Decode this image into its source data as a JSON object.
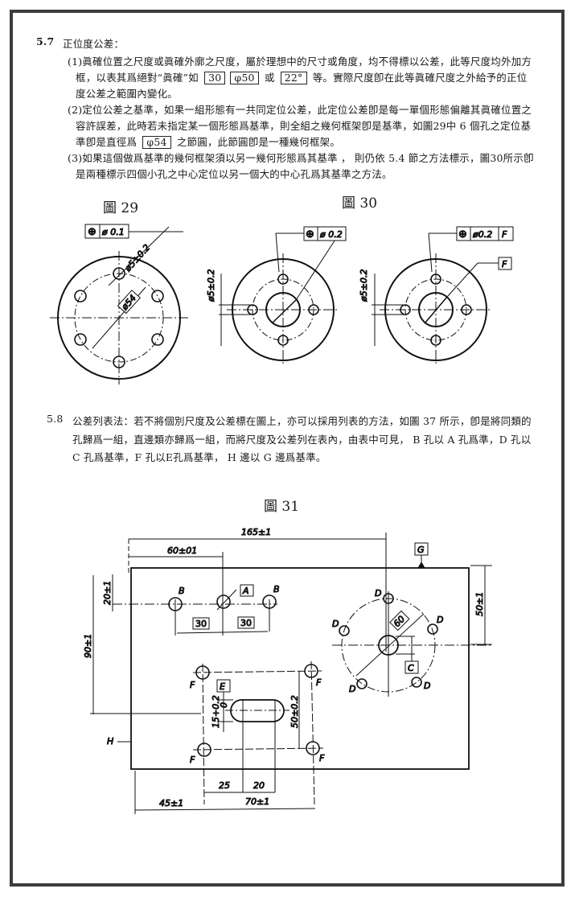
{
  "section_5_7": {
    "number": "5.7",
    "title": "正位度公差：",
    "p1_l1": "(1)眞確位置之尺度或眞確外廓之尺度，屬於理想中的尺寸或角度，均不得標以公差，此等尺度均外加方",
    "p1_l2a": "框，以表其爲絕對“眞確”如",
    "box_30": "30",
    "box_phi50": "φ50",
    "or": "或",
    "box_22": "22°",
    "p1_l2b": "等。實際尺度卽在此等眞確尺度之外給予的正位",
    "p1_l3": "度公差之範圍內變化。",
    "p2_l1": "(2)定位公差之基準，如果一組形態有一共同定位公差，此定位公差卽是每一單個形態偏離其眞確位置之",
    "p2_l2": "容許誤差，此時若未指定某一個形態爲基準，則全組之幾何框架卽是基準，如圖29中 6 個孔之定位基",
    "p2_l3a": "準卽是直徑爲",
    "box_phi54": "φ54",
    "p2_l3b": "之節圓，此節圓卽是一種幾何框架。",
    "p3_l1": "(3)如果這個做爲基準的幾何框架須以另一幾何形態爲其基準 ， 則仍依 5.4 節之方法標示，圖30所示卽",
    "p3_l2": "是兩種標示四個小孔之中心定位以另一個大的中心孔爲其基準之方法。"
  },
  "fig29": {
    "caption": "圖 29",
    "tol_symbol": "⊕",
    "tol_value": "ø 0.1",
    "hole_dim": "ø5±0.2",
    "pitch_dim": "ø54"
  },
  "fig30": {
    "caption": "圖 30",
    "tol_symbol": "⊕",
    "left_tol_value": "ø 0.2",
    "left_hole_dim": "ø5±0.2",
    "right_tol_value": "ø0.2",
    "right_datum_ref": "F",
    "right_datum": "F",
    "right_hole_dim": "ø5±0.2"
  },
  "section_5_8": {
    "number": "5.8",
    "l1": "公差列表法：若不將個別尺度及公差標在圖上，亦可以採用列表的方法，如圖 37 所示，卽是將同類的",
    "l2": "孔歸爲一組，直邊類亦歸爲一組，而將尺度及公差列在表內，由表中可見， B 孔以 A 孔爲準，D 孔以",
    "l3": "C 孔爲基準，F 孔以E孔爲基準， H 邊以 G 邊爲基準。"
  },
  "fig31": {
    "caption": "圖 31",
    "dim_165": "165±1",
    "dim_60": "60±01",
    "dim_20": "20±1",
    "dim_90": "90±1",
    "dim_50r": "50±1",
    "dim_30a": "30",
    "dim_30b": "30",
    "dim_pcd": "60",
    "dim_15": "15+0.2",
    "dim_15b": "0",
    "dim_50": "50±0.2",
    "dim_25": "25",
    "dim_20b": "20",
    "dim_45": "45±1",
    "dim_70": "70±1",
    "datum_A": "A",
    "datum_C": "C",
    "datum_E": "E",
    "datum_G": "G",
    "edge_H": "H",
    "label_B": "B",
    "label_D": "D",
    "label_F": "F"
  }
}
